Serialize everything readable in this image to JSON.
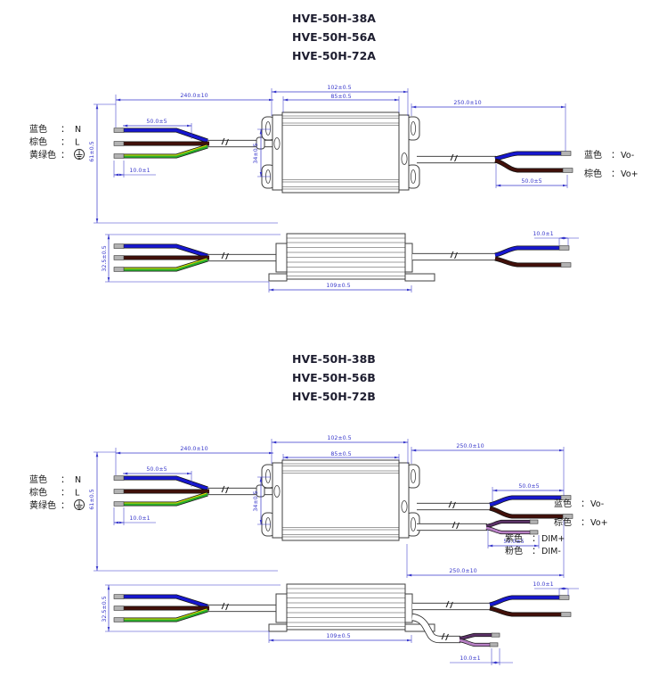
{
  "colors": {
    "dimension_lines": "#3737cb",
    "drawing_outline": "#3f3f3f",
    "wire_blue": "#1717d0",
    "wire_brown": "#42100a",
    "wire_green": "#2cb12c",
    "wire_yellow_stripe": "#e6d600",
    "wire_purple": "#5c3268",
    "wire_pink": "#b77fc4",
    "wire_tip": "#b3b3b3",
    "title_text": "#1e1e30"
  },
  "a": {
    "titles": [
      "HVE-50H-38A",
      "HVE-50H-56A",
      "HVE-50H-72A"
    ],
    "input_labels": [
      {
        "n": "蓝色",
        "c": "：",
        "v": "N"
      },
      {
        "n": "棕色",
        "c": "：",
        "v": "L"
      },
      {
        "n": "黄绿色",
        "c": "：",
        "v": "⏚",
        "icon": "earth-ground"
      }
    ],
    "output_labels": [
      {
        "n": "蓝色",
        "c": "：",
        "v": "Vo-"
      },
      {
        "n": "棕色",
        "c": "：",
        "v": "Vo+"
      }
    ],
    "dims": {
      "input_cable": "240.0±10",
      "case_overall": "102±0.5",
      "case_body": "85±0.5",
      "output_cable": "250.0±10",
      "input_split": "50.0±5",
      "input_strip": "10.0±1",
      "case_width": "61±0.5",
      "bracket_holes": "34±0.5",
      "output_split": "50.0±5",
      "side_height": "32.5±0.5",
      "side_length": "109±0.5",
      "output_strip": "10.0±1"
    }
  },
  "b": {
    "titles": [
      "HVE-50H-38B",
      "HVE-50H-56B",
      "HVE-50H-72B"
    ],
    "input_labels": [
      {
        "n": "蓝色",
        "c": "：",
        "v": "N"
      },
      {
        "n": "棕色",
        "c": "：",
        "v": "L"
      },
      {
        "n": "黄绿色",
        "c": "：",
        "v": "⏚",
        "icon": "earth-ground"
      }
    ],
    "output_labels": [
      {
        "n": "蓝色",
        "c": "：",
        "v": "Vo-"
      },
      {
        "n": "棕色",
        "c": "：",
        "v": "Vo+"
      },
      {
        "n": "紫色",
        "c": "：",
        "v": "DIM+"
      },
      {
        "n": "粉色",
        "c": "：",
        "v": "DIM-"
      }
    ],
    "dims": {
      "input_cable": "240.0±10",
      "case_overall": "102±0.5",
      "case_body": "85±0.5",
      "output_cable": "250.0±10",
      "input_split": "50.0±5",
      "input_strip": "10.0±1",
      "case_width": "61±0.5",
      "bracket_holes": "34±0.5",
      "output_split": "50.0±5",
      "dim_cable": "250.0±10",
      "dim_split": "50.0±5",
      "side_height": "32.5±0.5",
      "side_length": "109±0.5",
      "output_strip": "10.0±1",
      "dim_strip": "10.0±1"
    }
  }
}
